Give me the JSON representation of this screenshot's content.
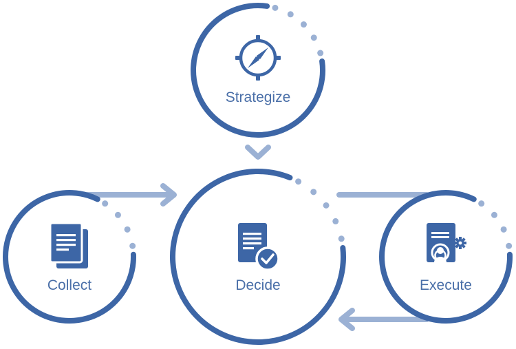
{
  "colors": {
    "primary": "#3d66a6",
    "light": "#9bb1d4",
    "text": "#4a6fa8"
  },
  "nodes": {
    "strategize": {
      "label": "Strategize",
      "icon": "compass-icon"
    },
    "collect": {
      "label": "Collect",
      "icon": "documents-stack-icon"
    },
    "decide": {
      "label": "Decide",
      "icon": "document-check-icon"
    },
    "execute": {
      "label": "Execute",
      "icon": "document-user-gear-icon"
    }
  },
  "connectors": [
    "strategize-to-decide",
    "collect-to-decide",
    "decide-to-execute",
    "execute-to-decide"
  ]
}
